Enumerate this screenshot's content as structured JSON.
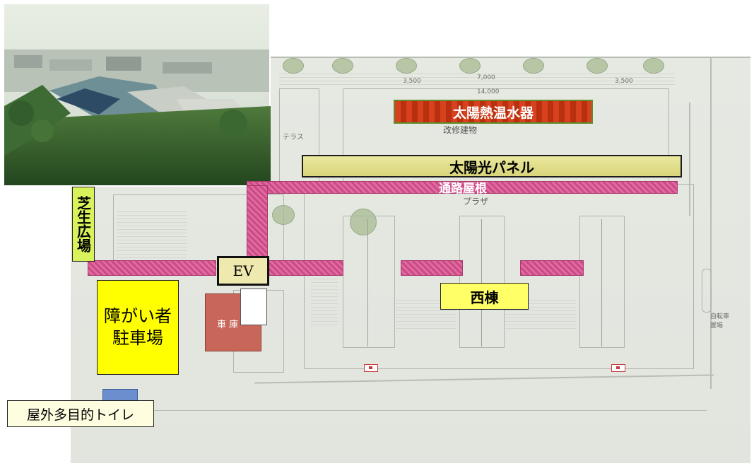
{
  "photo": {
    "description_icon": "aerial-photo"
  },
  "labels": {
    "solar_water_heater": "太陽熱温水器",
    "renovated_building": "改修建物",
    "solar_panel": "太陽光パネル",
    "walkway_roof": "通路屋根",
    "plaza": "プラザ",
    "lawn_plaza": "芝生広場",
    "ev": "EV",
    "west_wing": "西棟",
    "accessible_parking": "障がい者\n駐車場",
    "outdoor_toilet": "屋外多目的トイレ",
    "terrace": "テラス",
    "bicycle_parking": "自転車\n置場",
    "parking_building": "車 庫"
  },
  "colors": {
    "walkway": "#d6579a",
    "solar_panel": "#e3e08c",
    "solar_heater": "#cc3a1c",
    "callout_yellow": "#ffff33",
    "lawn_green": "#d6f55a",
    "ev_box": "#efe9b0"
  }
}
